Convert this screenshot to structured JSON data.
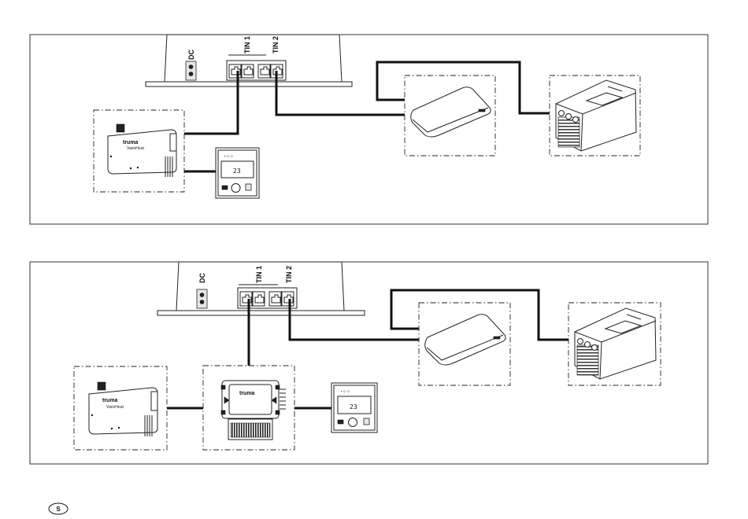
{
  "connectors": {
    "dc": "DC",
    "tin1": "TIN 1",
    "tin2": "TIN 2"
  },
  "device_texts": {
    "brand": "truma",
    "heater_model": "VarioHeat",
    "panel_temperature": "23"
  },
  "footer": {
    "country_badge": "S"
  }
}
